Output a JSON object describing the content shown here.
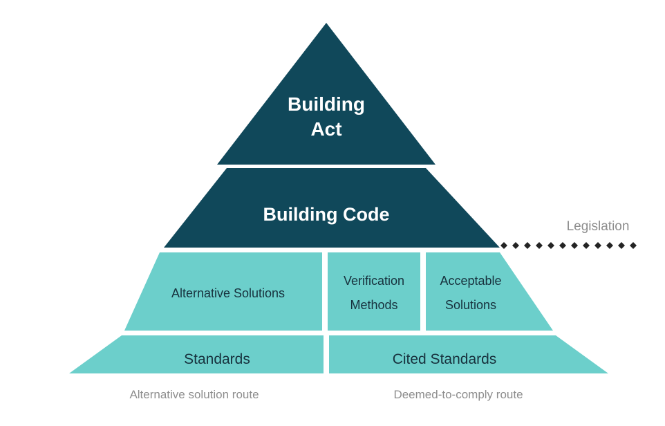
{
  "diagram": {
    "title": "Building regulatory framework pyramid",
    "colors": {
      "dark_teal": "#10485a",
      "light_teal": "#6ccfcb",
      "dark_text": "#17313d",
      "white_text": "#ffffff",
      "gray_text": "#8d8d8d",
      "dot_color": "#242424",
      "background": "#ffffff"
    },
    "tiers": [
      {
        "level": 1,
        "name": "apex",
        "fill": "dark_teal",
        "segments": [
          {
            "label_line1": "Building",
            "label_line2": "Act"
          }
        ]
      },
      {
        "level": 2,
        "name": "code",
        "fill": "dark_teal",
        "segments": [
          {
            "label_line1": "Building Code",
            "label_line2": ""
          }
        ]
      },
      {
        "level": 3,
        "name": "solutions",
        "fill": "light_teal",
        "segments": [
          {
            "label_line1": "Alternative Solutions",
            "label_line2": ""
          },
          {
            "label_line1": "Verification",
            "label_line2": "Methods"
          },
          {
            "label_line1": "Acceptable",
            "label_line2": "Solutions"
          }
        ]
      },
      {
        "level": 4,
        "name": "standards",
        "fill": "light_teal",
        "segments": [
          {
            "label_line1": "Standards",
            "label_line2": ""
          },
          {
            "label_line1": "Cited Standards",
            "label_line2": ""
          }
        ]
      }
    ],
    "annotation": {
      "legislation_label": "Legislation",
      "dot_count": 12
    },
    "captions": [
      {
        "text": "Alternative solution route"
      },
      {
        "text": "Deemed-to-comply route"
      }
    ]
  }
}
